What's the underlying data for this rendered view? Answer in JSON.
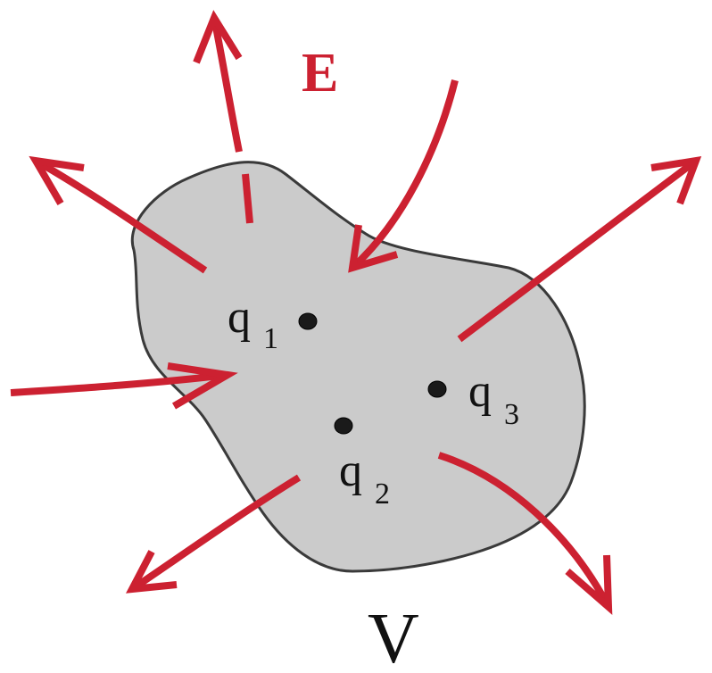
{
  "field": {
    "label": "E",
    "color": "#cc2131"
  },
  "volume": {
    "label": "V",
    "fill_color": "#cbcbcb",
    "outline_color": "#3a3a3a"
  },
  "charges": [
    {
      "letter": "q",
      "index": "1"
    },
    {
      "letter": "q",
      "index": "2"
    },
    {
      "letter": "q",
      "index": "3"
    }
  ]
}
